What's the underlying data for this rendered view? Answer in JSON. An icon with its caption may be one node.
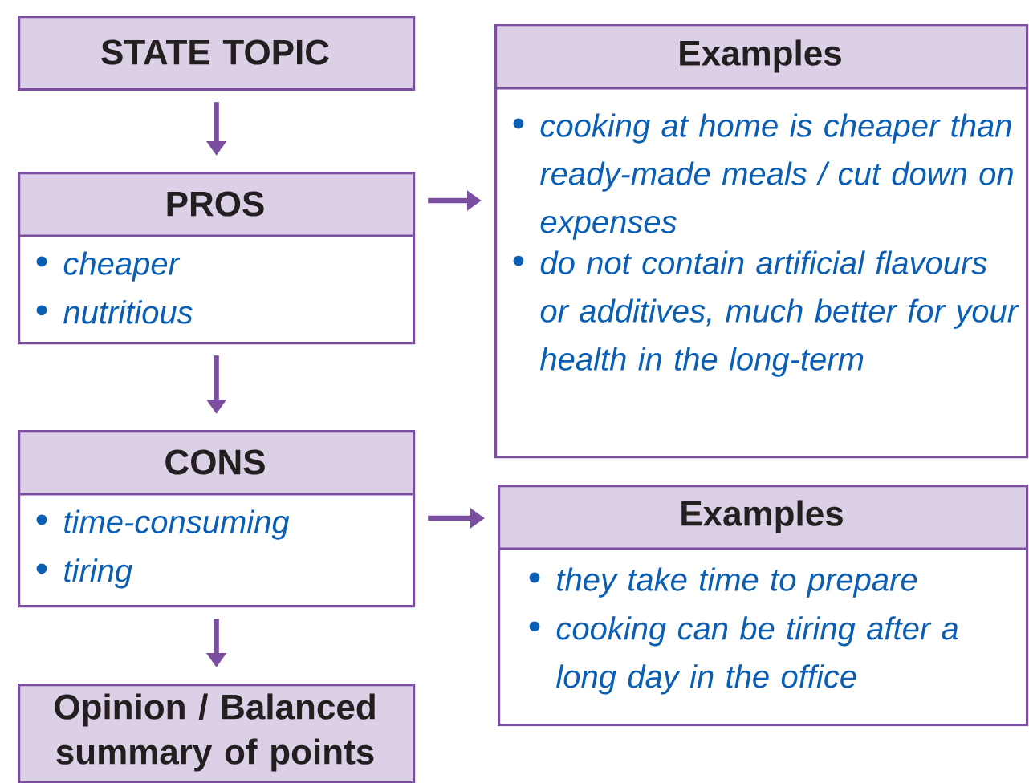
{
  "diagram": {
    "nodes": [
      {
        "text": [
          "STATE TOPIC"
        ]
      },
      {
        "text": [
          "PROS",
          "cheaper",
          "nutritious"
        ]
      },
      {
        "text": [
          "Examples",
          "cooking at home is cheaper than ready-made meals / cut down on expenses",
          "do not contain artificial flavours or additives, much better for your health in the long-term"
        ]
      },
      {
        "text": [
          "CONS",
          "time-consuming",
          "tiring"
        ]
      },
      {
        "text": [
          "Examples",
          "they take time to prepare",
          "cooking can be tiring after a long day in the office"
        ]
      },
      {
        "text": [
          "Opinion / Balanced summary of points"
        ]
      }
    ],
    "edges": [
      {
        "from": 0,
        "to": 1,
        "arrow": "to"
      },
      {
        "from": 1,
        "to": 2,
        "arrow": "to"
      },
      {
        "from": 1,
        "to": 3,
        "arrow": "to"
      },
      {
        "from": 3,
        "to": 4,
        "arrow": "to"
      },
      {
        "from": 3,
        "to": 5,
        "arrow": "to"
      }
    ]
  }
}
